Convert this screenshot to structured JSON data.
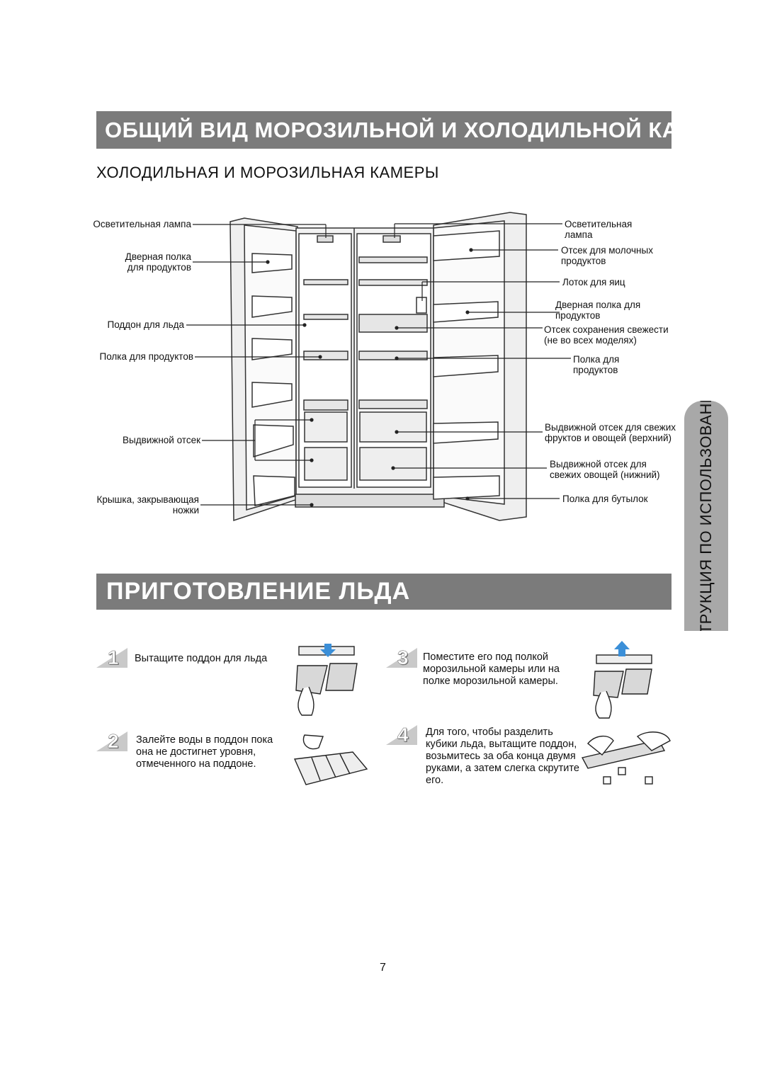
{
  "titles": {
    "overview": "ОБЩИЙ ВИД МОРОЗИЛЬНОЙ И ХОЛОДИЛЬНОЙ КАМЕР",
    "subsection": "ХОЛОДИЛЬНАЯ И МОРОЗИЛЬНАЯ КАМЕРЫ",
    "ice": "ПРИГОТОВЛЕНИЕ ЛЬДА"
  },
  "side_tab": "ИНТРУКЦИЯ ПО ИСПОЛЬЗОВАНИЮ",
  "callouts_left": [
    "Осветительная лампа",
    "Дверная полка\nдля продуктов",
    "Поддон для льда",
    "Полка для продуктов",
    "Выдвижной отсек",
    "Крышка, закрывающая\nножки"
  ],
  "callouts_right": [
    "Осветительная\nлампа",
    "Отсек для молочных\nпродуктов",
    "Лоток для яиц",
    "Дверная полка для\nпродуктов",
    "Отсек сохранения свежести\n(не во всех моделях)",
    "Полка для\nпродуктов",
    "Выдвижной отсек для свежих\nфруктов и овощей (верхний)",
    "Выдвижной отсек для\nсвежих овощей (нижний)",
    "Полка для бутылок"
  ],
  "steps": [
    {
      "number": "1",
      "text": "Вытащите поддон для льда"
    },
    {
      "number": "2",
      "text": "Залейте воды в поддон пока\nона не достигнет уровня,\nотмеченного на поддоне."
    },
    {
      "number": "3",
      "text": "Поместите его под полкой\nморозильной камеры или на\nполке морозильной камеры."
    },
    {
      "number": "4",
      "text": "Для того, чтобы разделить\nкубики льда, вытащите поддон,\nвозьмитесь за оба конца двумя\nруками, а затем слегка скрутите\nего."
    }
  ],
  "page_number": "7",
  "colors": {
    "banner": "#7b7b7b",
    "side_tab": "#a8a8a8",
    "arrow": "#3b8fd8"
  }
}
